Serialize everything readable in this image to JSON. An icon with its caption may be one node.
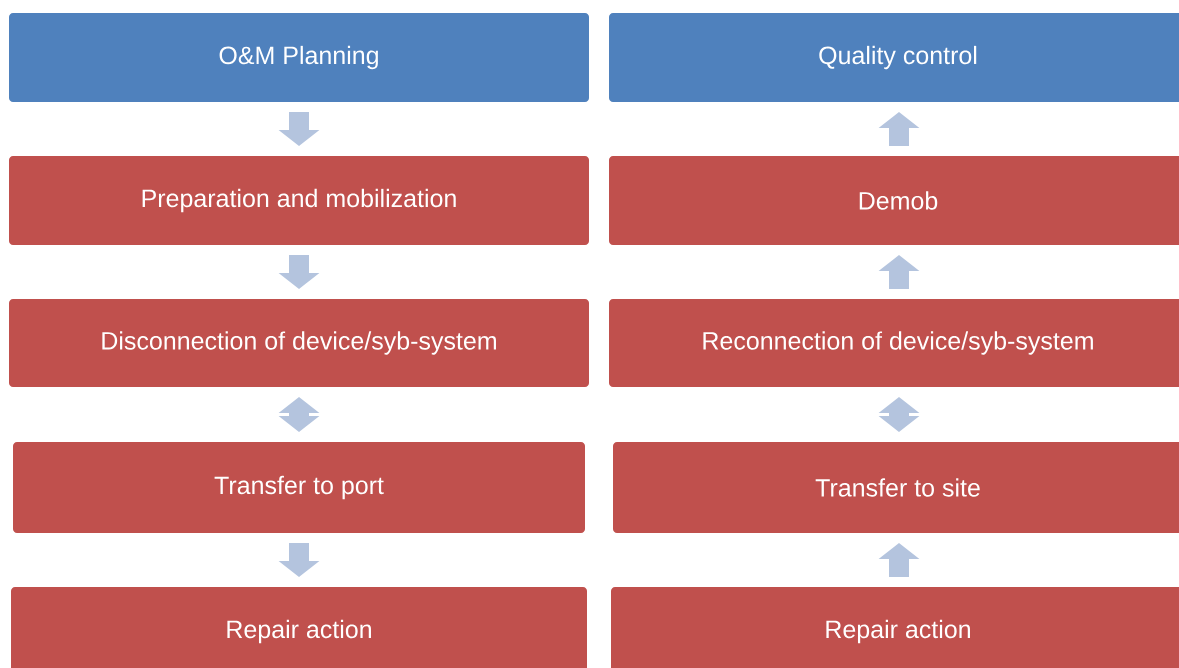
{
  "diagram": {
    "nodes": [
      {
        "text": [
          "O&M Planning"
        ]
      },
      {
        "text": [
          "Preparation and mobilization"
        ]
      },
      {
        "text": [
          "Disconnection of device/syb-system"
        ]
      },
      {
        "text": [
          "Transfer to port"
        ]
      },
      {
        "text": [
          "Repair action"
        ]
      },
      {
        "text": [
          "Quality control"
        ]
      },
      {
        "text": [
          "Demob"
        ]
      },
      {
        "text": [
          "Reconnection of device/syb-system"
        ]
      },
      {
        "text": [
          "Transfer to site"
        ]
      },
      {
        "text": [
          "Repair action"
        ]
      }
    ],
    "edges": [
      {
        "from": 0,
        "to": 1,
        "arrow": "to"
      },
      {
        "from": 1,
        "to": 2,
        "arrow": "to"
      },
      {
        "from": 2,
        "to": 3,
        "arrow": "both"
      },
      {
        "from": 3,
        "to": 4,
        "arrow": "to"
      },
      {
        "from": 9,
        "to": 8,
        "arrow": "to"
      },
      {
        "from": 8,
        "to": 7,
        "arrow": "both"
      },
      {
        "from": 7,
        "to": 6,
        "arrow": "to"
      },
      {
        "from": 6,
        "to": 5,
        "arrow": "to"
      }
    ]
  }
}
